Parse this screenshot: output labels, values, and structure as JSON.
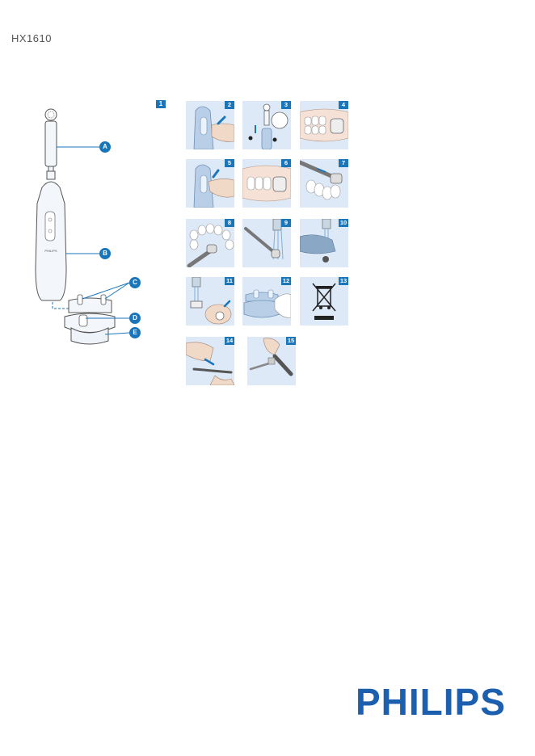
{
  "header": {
    "model": "HX1610"
  },
  "figure": {
    "number": "1"
  },
  "overview": {
    "brand_on_handle": "PHILIPS",
    "callouts": [
      "A",
      "B",
      "C",
      "D",
      "E"
    ]
  },
  "steps": [
    "2",
    "3",
    "4",
    "5",
    "6",
    "7",
    "8",
    "9",
    "10",
    "11",
    "12",
    "13",
    "14",
    "15"
  ],
  "icons": {
    "step2": "charging-handle-icon",
    "step3": "attach-brush-head-icon",
    "step4": "brush-on-teeth-icon",
    "step5": "power-button-icon",
    "step6": "teeth-brushing-icon",
    "step7": "brush-front-teeth-icon",
    "step8": "brush-lower-teeth-icon",
    "step9": "rinse-brush-icon",
    "step10": "rinse-handle-icon",
    "step11": "clean-charger-icon",
    "step12": "wipe-charger-icon",
    "step13": "crossed-out-bin-icon",
    "step14": "open-handle-icon",
    "step15": "remove-battery-icon"
  },
  "logo": {
    "text": "PHILIPS"
  },
  "colors": {
    "accent": "#1a76bb",
    "panel": "#dde9f6",
    "brand": "#1c5fae"
  }
}
